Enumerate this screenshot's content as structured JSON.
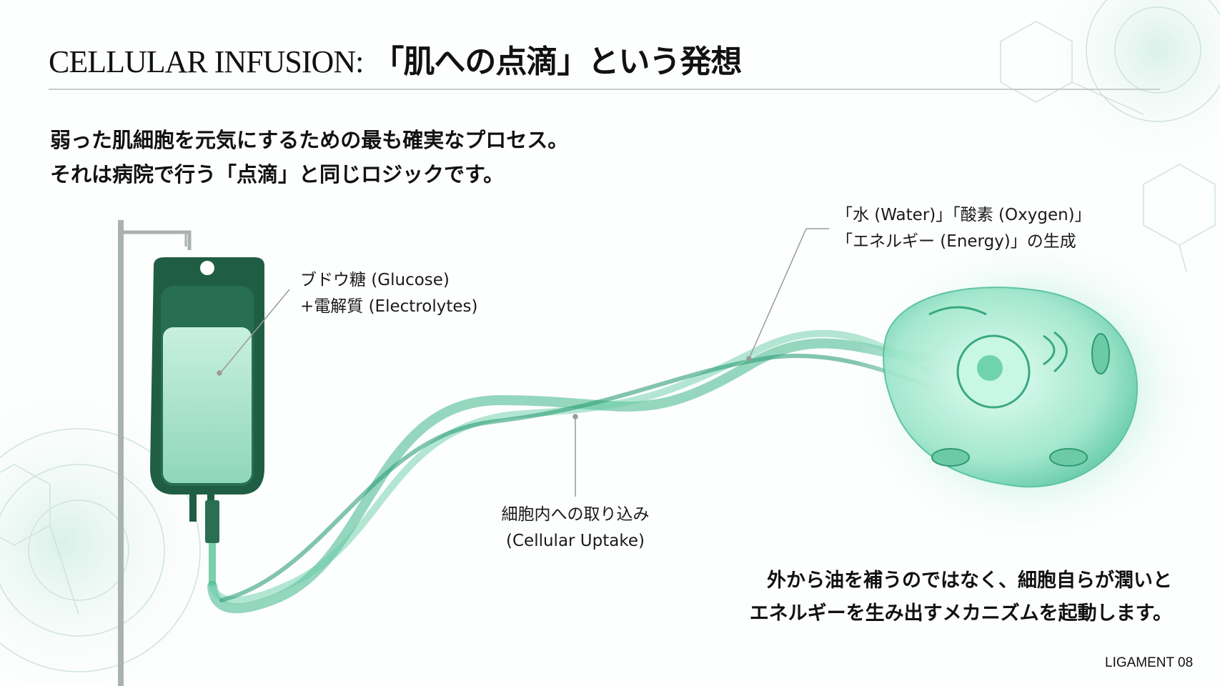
{
  "slide": {
    "title_en": "CELLULAR INFUSION:",
    "title_jp": "「肌への点滴」という発想",
    "subtitle_lines": [
      "弱った肌細胞を元気にするための最も確実なプロセス。",
      "それは病院で行う「点滴」と同じロジックです。"
    ],
    "labels": {
      "iv_bag": [
        "ブドウ糖 (Glucose)",
        "+電解質 (Electrolytes)"
      ],
      "cell_output": [
        "「水 (Water)」「酸素 (Oxygen)」",
        "「エネルギー (Energy)」の生成"
      ],
      "uptake": [
        "細胞内への取り込み",
        "(Cellular Uptake)"
      ]
    },
    "bottom_text": [
      "外から油を補うのではなく、細胞自らが潤いと",
      "エネルギーを生み出すメカニズムを起動します。"
    ],
    "footer": "LIGAMENT 08"
  },
  "colors": {
    "bag": "#1f5e45",
    "fluid": "#a8e3cf",
    "stream": "#3fb58a",
    "cell": "#7fe0c4"
  }
}
